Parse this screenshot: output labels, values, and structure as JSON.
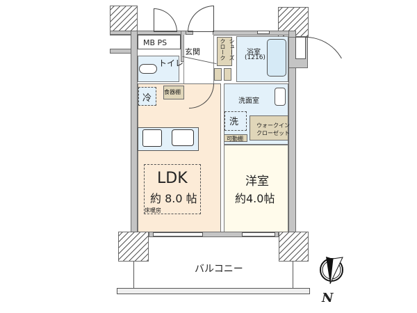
{
  "floorplan": {
    "rooms": {
      "ldk": {
        "name": "LDK",
        "size": "約 8.0 帖",
        "note": "床暖房"
      },
      "western_room": {
        "name": "洋室",
        "size": "約4.0帖"
      },
      "bathroom": {
        "name": "浴室",
        "size_code": "(1216)"
      },
      "washroom": {
        "name": "洗面室"
      },
      "toilet": {
        "name": "トイレ"
      },
      "entrance": {
        "name": "玄関"
      },
      "balcony": {
        "name": "バルコニー"
      }
    },
    "storage": {
      "mb_ps": "MB PS",
      "shoe_cloak": "シューズクローク",
      "shoe_cloak_lines": [
        "シューズ",
        "クローク"
      ],
      "walk_in_closet_lines": [
        "ウォークイン",
        "クローゼット"
      ],
      "cupboard": "食器棚",
      "adjustable_shelf": "可動棚"
    },
    "fixtures": {
      "fridge": "冷",
      "washer": "洗"
    },
    "compass": {
      "label": "N"
    },
    "colors": {
      "wall": "#c4c4c4",
      "ldk": "#fcebd7",
      "western_room": "#fffbeb",
      "wet_area": "#e3f1fa",
      "closet": "#e0d6b9"
    }
  }
}
